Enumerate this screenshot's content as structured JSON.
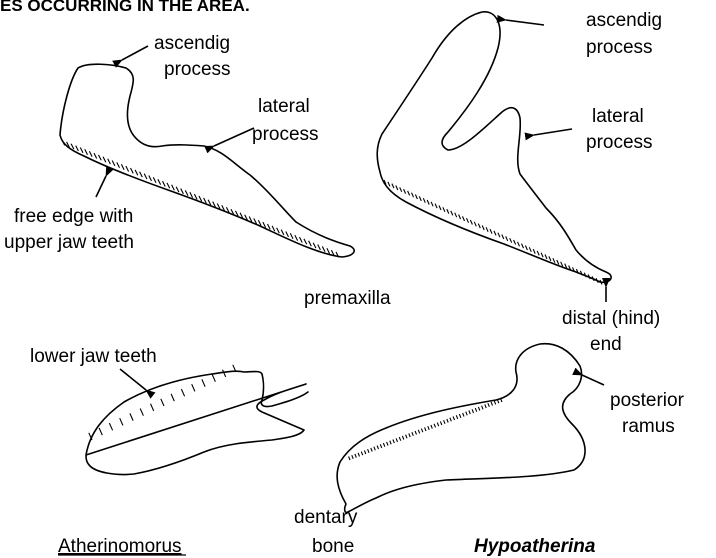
{
  "header": {
    "text": "ES OCCURRING IN THE AREA."
  },
  "labels": {
    "ascendig_left_1": "ascendig",
    "ascendig_left_2": "process",
    "lateral_left_1": "lateral",
    "lateral_left_2": "process",
    "free_edge_1": "free edge with",
    "free_edge_2": "upper jaw teeth",
    "ascendig_right_1": "ascendig",
    "ascendig_right_2": "process",
    "lateral_right_1": "lateral",
    "lateral_right_2": "process",
    "premaxilla": "premaxilla",
    "distal_1": "distal (hind)",
    "distal_2": "end",
    "lower_jaw_teeth": "lower jaw teeth",
    "posterior_1": "posterior",
    "posterior_2": "ramus",
    "dentary_1": "dentary",
    "dentary_2": "bone",
    "genus_left": "Atherinomorus",
    "genus_right": "Hypoatherina"
  }
}
